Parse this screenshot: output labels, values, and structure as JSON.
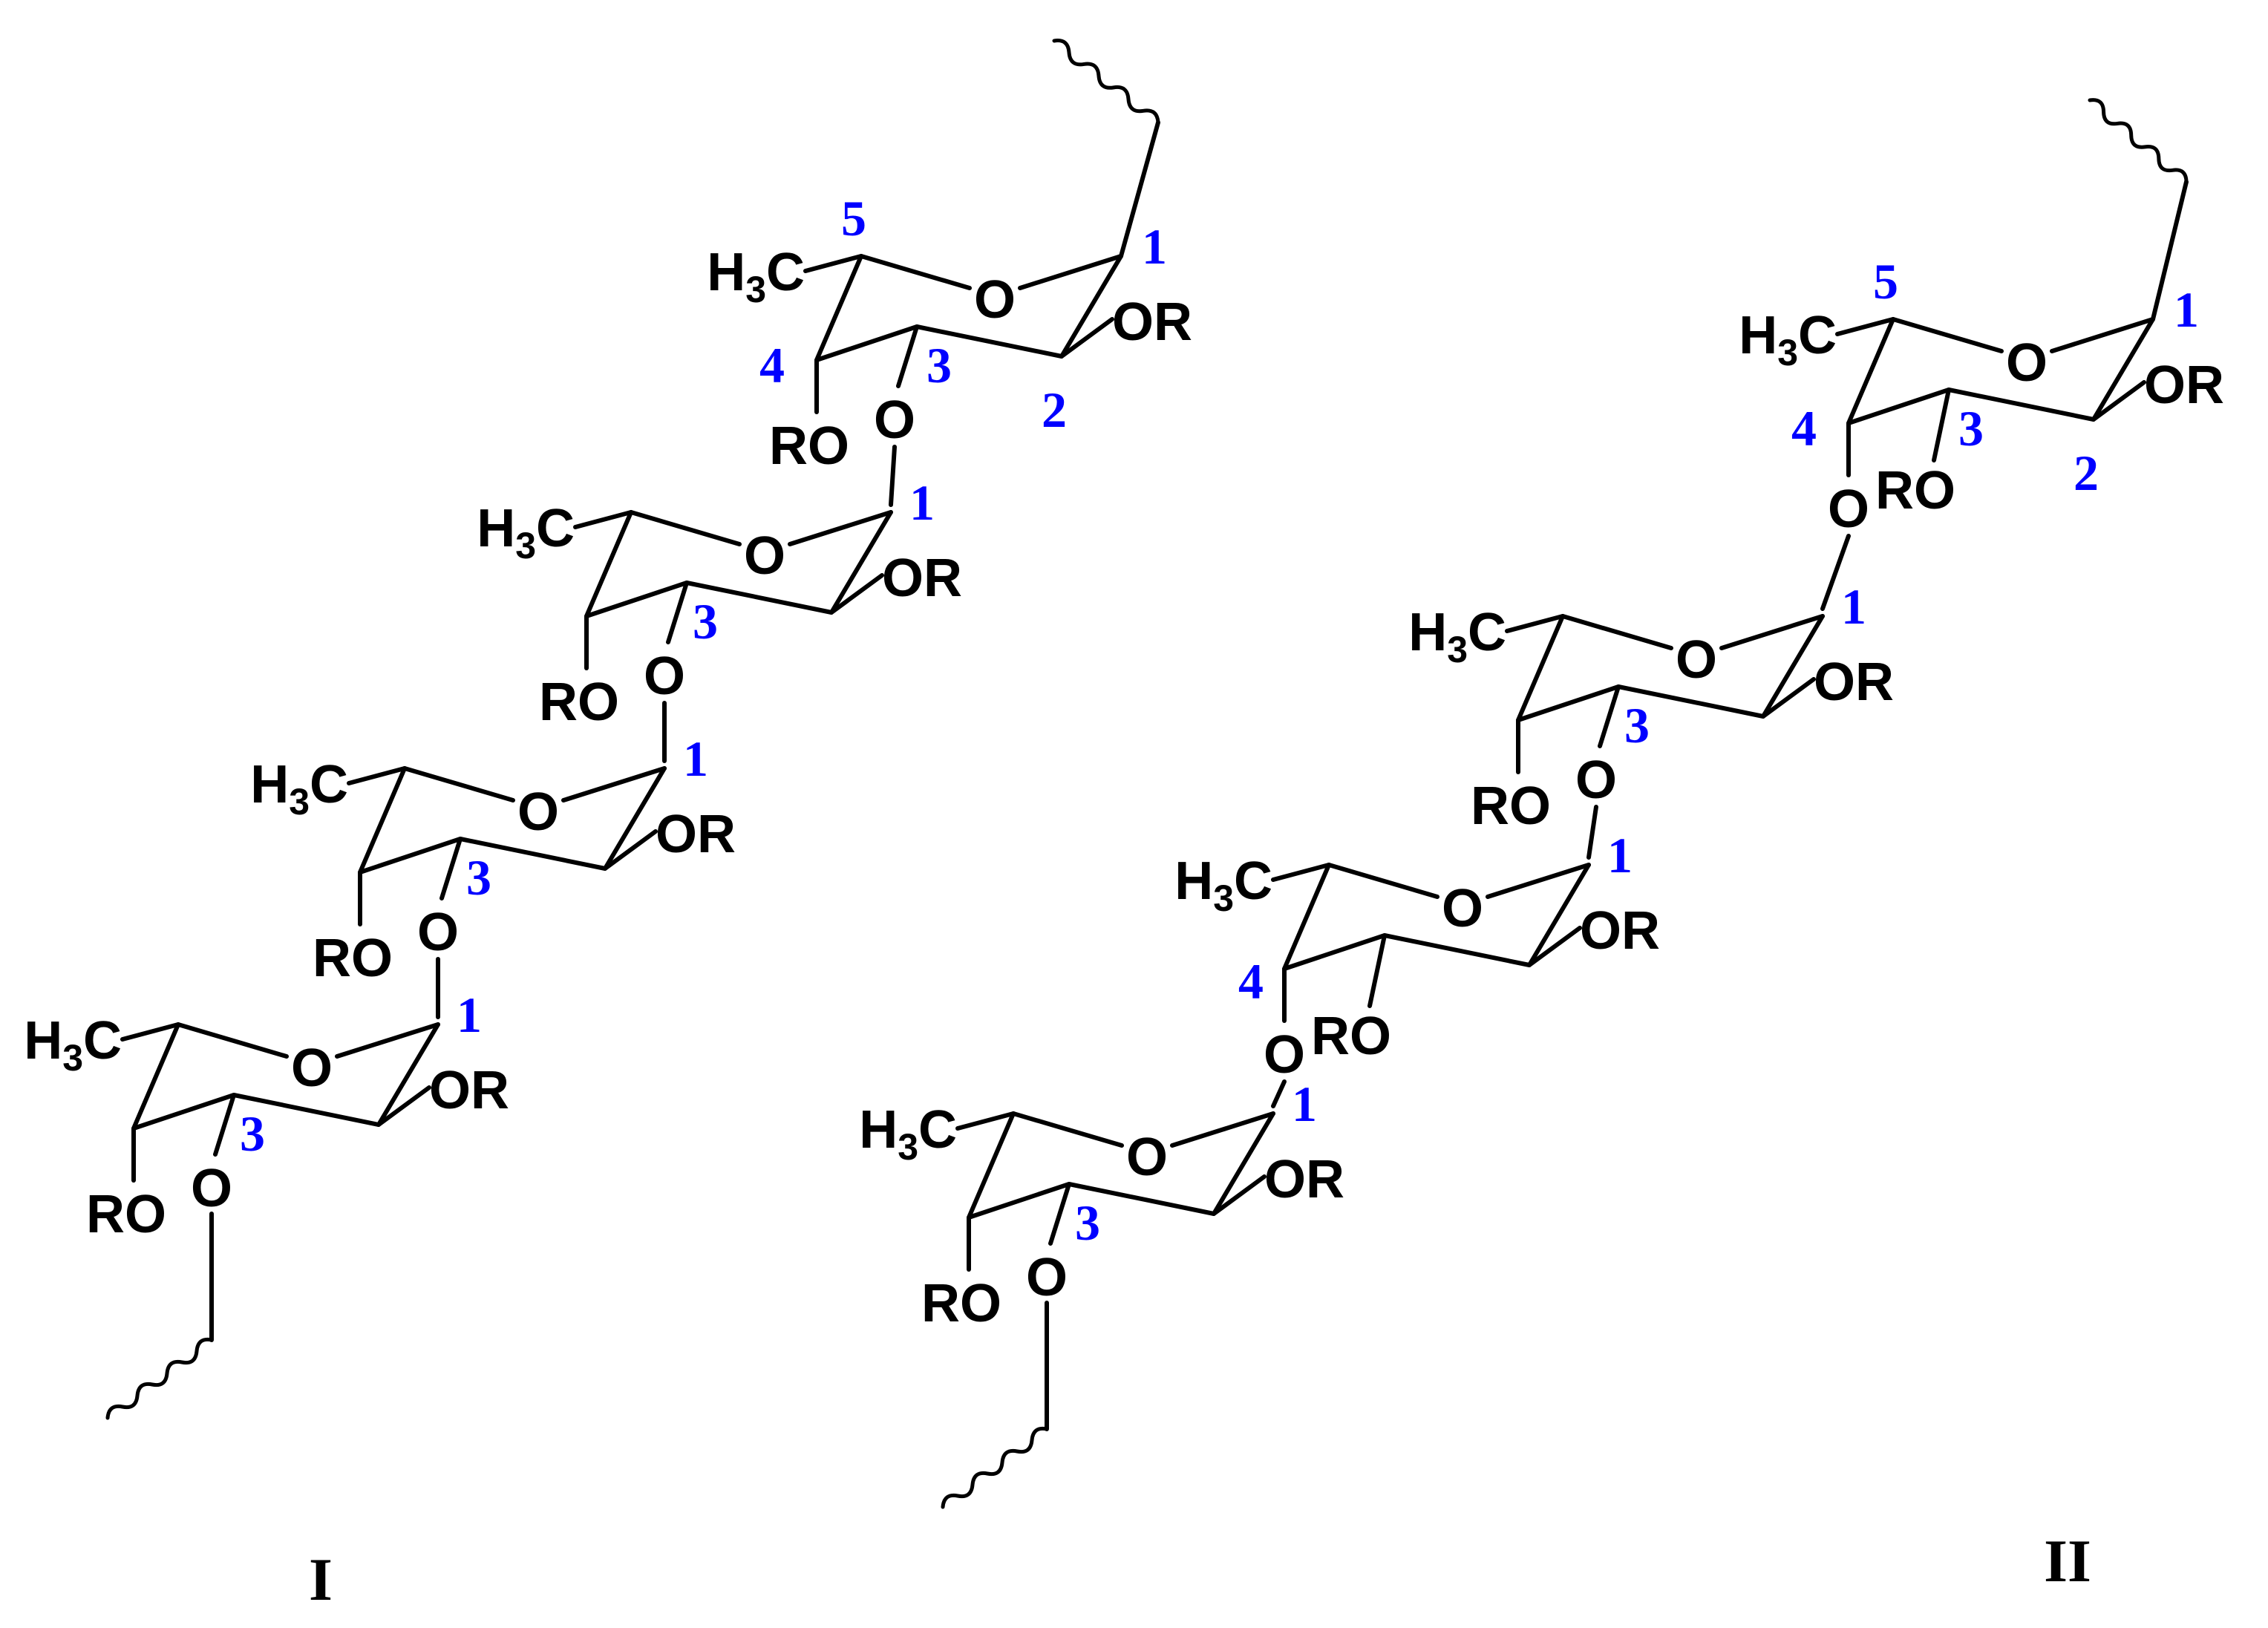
{
  "colors": {
    "bond": "#000000",
    "label": "#000000",
    "locant": "#0000ff"
  },
  "atoms": {
    "ring_oxygen": "O",
    "glycosidic_oxygen": "O",
    "methyl_main": "H",
    "methyl_sub": "3",
    "methyl_tail": "C",
    "ester_left": "RO",
    "ester_right": "OR"
  },
  "structures": [
    {
      "caption": "I",
      "residues": [
        {
          "locants": [
            "5",
            "4",
            "3",
            "2",
            "1"
          ]
        },
        {
          "locants": [
            "3",
            "1"
          ]
        },
        {
          "locants": [
            "3",
            "1"
          ]
        },
        {
          "locants": [
            "3",
            "1"
          ]
        }
      ]
    },
    {
      "caption": "II",
      "residues": [
        {
          "locants": [
            "5",
            "4",
            "3",
            "2",
            "1"
          ]
        },
        {
          "locants": [
            "3",
            "1"
          ]
        },
        {
          "locants": [
            "4",
            "1"
          ]
        },
        {
          "locants": [
            "3",
            "1"
          ]
        }
      ]
    }
  ]
}
